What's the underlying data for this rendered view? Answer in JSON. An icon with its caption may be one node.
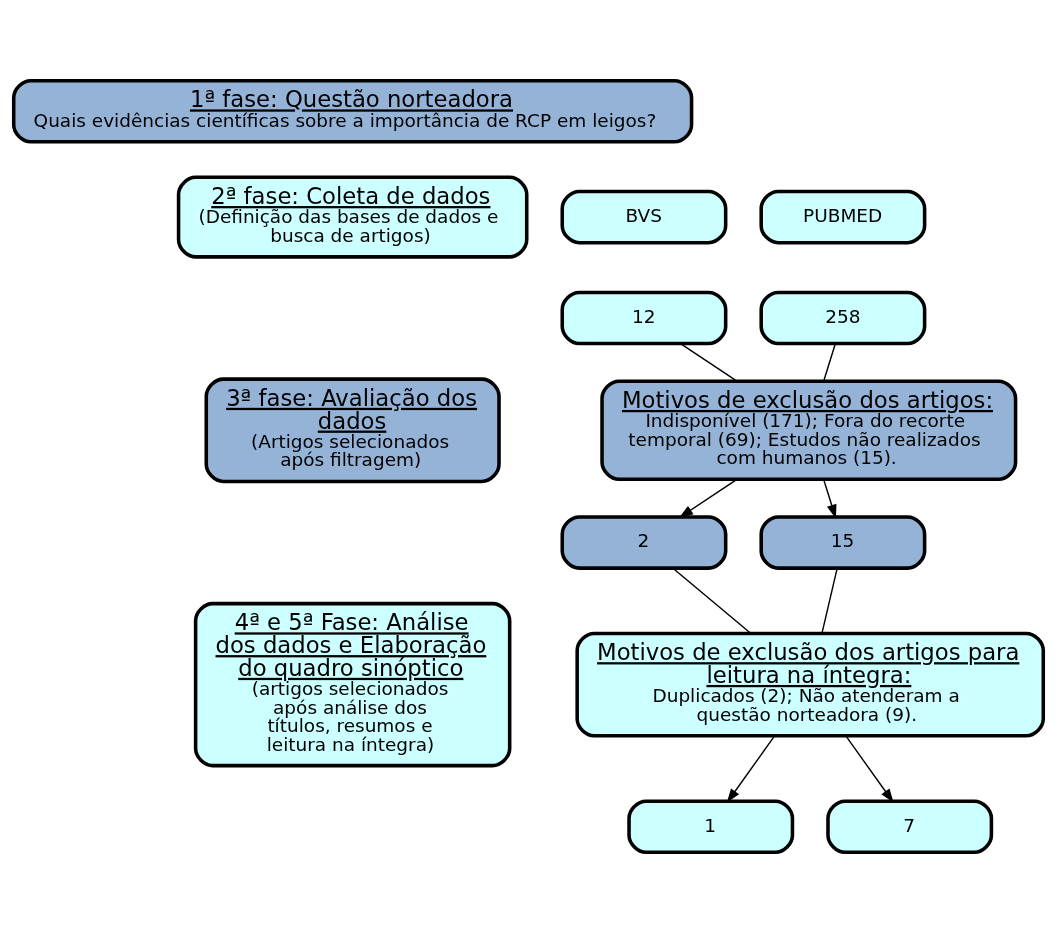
{
  "diagram": {
    "nodes": [
      {
        "text": [
          "1ª fase: Questão norteadora",
          "Quais evidências científicas sobre a importância de RCP em leigos?"
        ]
      },
      {
        "text": [
          "2ª fase: Coleta de dados",
          "(Definição das bases de dados e busca de artigos)"
        ]
      },
      {
        "text": [
          "BVS"
        ]
      },
      {
        "text": [
          "PUBMED"
        ]
      },
      {
        "text": [
          "12"
        ]
      },
      {
        "text": [
          "258"
        ]
      },
      {
        "text": [
          "3ª fase: Avaliação dos dados",
          "(Artigos selecionados após filtragem)"
        ]
      },
      {
        "text": [
          "Motivos de exclusão dos artigos:",
          "Indisponível (171); Fora do recorte temporal (69); Estudos não realizados com humanos (15)."
        ]
      },
      {
        "text": [
          "2"
        ]
      },
      {
        "text": [
          "15"
        ]
      },
      {
        "text": [
          "4ª e 5ª Fase: Análise dos dados e Elaboração do quadro sinóptico",
          "(artigos selecionados após análise dos títulos, resumos e leitura na íntegra)"
        ]
      },
      {
        "text": [
          "Motivos de exclusão dos artigos para leitura na íntegra:",
          "Duplicados (2); Não atenderam a questão norteadora (9)."
        ]
      },
      {
        "text": [
          "1"
        ]
      },
      {
        "text": [
          "7"
        ]
      }
    ],
    "edges": [
      {
        "from": 4,
        "to": 7,
        "arrow": "none"
      },
      {
        "from": 5,
        "to": 7,
        "arrow": "none"
      },
      {
        "from": 7,
        "to": 8,
        "arrow": "to"
      },
      {
        "from": 7,
        "to": 9,
        "arrow": "to"
      },
      {
        "from": 8,
        "to": 11,
        "arrow": "none"
      },
      {
        "from": 9,
        "to": 11,
        "arrow": "none"
      },
      {
        "from": 11,
        "to": 12,
        "arrow": "to"
      },
      {
        "from": 11,
        "to": 13,
        "arrow": "to"
      }
    ]
  }
}
